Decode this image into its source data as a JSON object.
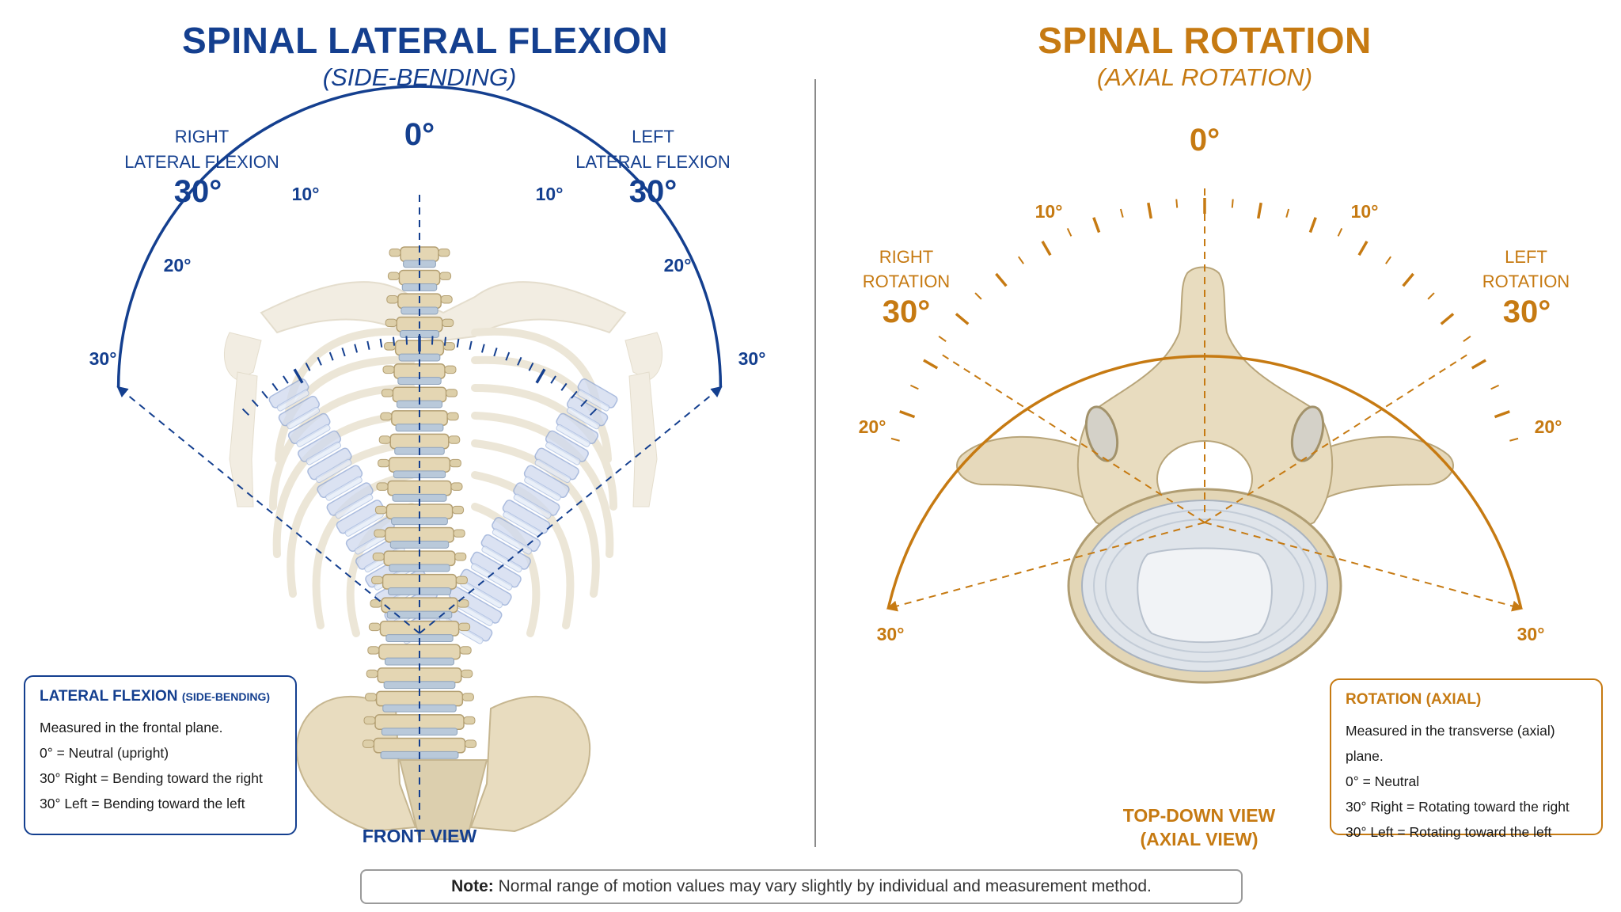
{
  "left_panel": {
    "title": "SPINAL LATERAL FLEXION",
    "subtitle": "(SIDE-BENDING)",
    "zero_label": "0°",
    "right_heading": "RIGHT",
    "right_sub": "LATERAL FLEXION",
    "right_value": "30°",
    "left_heading": "LEFT",
    "left_sub": "LATERAL FLEXION",
    "left_value": "30°",
    "ticks": {
      "t10": "10°",
      "t20": "20°",
      "t30": "30°"
    },
    "view_label": "FRONT VIEW",
    "info_box": {
      "title": "LATERAL FLEXION",
      "title_small": "(SIDE-BENDING)",
      "lines": [
        "Measured in the frontal plane.",
        "0°  = Neutral (upright)",
        "30° Right = Bending toward the right",
        "30° Left   = Bending toward the left"
      ]
    }
  },
  "right_panel": {
    "title": "SPINAL ROTATION",
    "subtitle": "(AXIAL ROTATION)",
    "zero_label": "0°",
    "right_heading": "RIGHT",
    "right_sub": "ROTATION",
    "right_value": "30°",
    "left_heading": "LEFT",
    "left_sub": "ROTATION",
    "left_value": "30°",
    "ticks": {
      "t10": "10°",
      "t20": "20°",
      "t30": "30°"
    },
    "view_label_1": "TOP-DOWN VIEW",
    "view_label_2": "(AXIAL VIEW)",
    "info_box": {
      "title": "ROTATION (AXIAL)",
      "lines": [
        "Measured in the transverse (axial) plane.",
        "0° = Neutral",
        "30° Right = Rotating toward the right",
        "30° Left   = Rotating toward the left"
      ]
    }
  },
  "note": {
    "label": "Note:",
    "text": " Normal range of motion values may vary slightly by individual and measurement method."
  },
  "colors": {
    "blue": "#143f8f",
    "orange": "#c67a12",
    "bone": "#e6d9bb",
    "disc": "#b9c9da"
  }
}
